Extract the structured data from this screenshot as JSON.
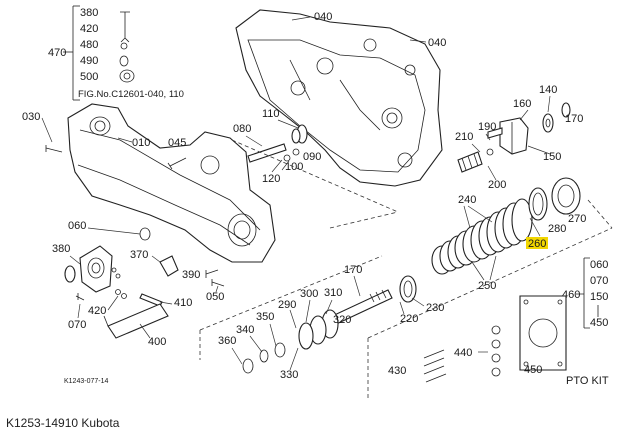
{
  "callouts": {
    "c010": "010",
    "c030": "030",
    "c040a": "040",
    "c040b": "040",
    "c045": "045",
    "c050": "050",
    "c060": "060",
    "c070": "070",
    "c080": "080",
    "c090": "090",
    "c100": "100",
    "c110": "110",
    "c120": "120",
    "c140": "140",
    "c150": "150",
    "c160": "160",
    "c170": "170",
    "c190": "190",
    "c200": "200",
    "c210": "210",
    "c220": "220",
    "c230": "230",
    "c240": "240",
    "c250": "250",
    "c260": "260",
    "c270": "270",
    "c280": "280",
    "c290": "290",
    "c300": "300",
    "c310": "310",
    "c320": "320",
    "c330": "330",
    "c340": "340",
    "c350": "350",
    "c360": "360",
    "c370": "370",
    "c380": "380",
    "c390": "390",
    "c400": "400",
    "c410": "410",
    "c420": "420",
    "c430": "430",
    "c440": "440",
    "c450": "450",
    "c460": "460"
  },
  "top_left_group": {
    "bracket_label": "470",
    "items": [
      "380",
      "420",
      "480",
      "490",
      "500"
    ],
    "fig_reference": "FIG.No.C12601-040, 110"
  },
  "pto_kit": {
    "bracket_label": "460",
    "items": [
      "060",
      "070",
      "150",
      "450"
    ],
    "label": "PTO KIT"
  },
  "highlight": {
    "part": "260",
    "color": "#f2d600"
  },
  "drawing_number": "K1243-077-14",
  "caption": "K1253-14910 Kubota"
}
